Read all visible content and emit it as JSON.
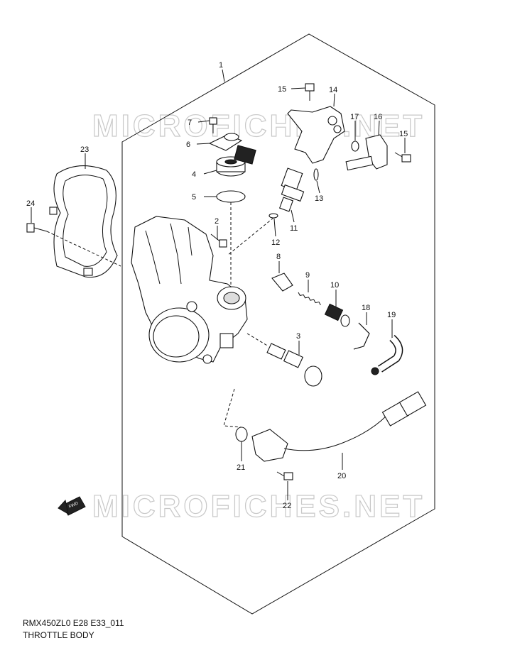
{
  "diagram": {
    "watermark_top": "MICROFICHES.NET",
    "watermark_bottom": "MICROFICHES.NET",
    "fwd_label": "FWD",
    "callouts": {
      "c1": "1",
      "c2": "2",
      "c3": "3",
      "c4": "4",
      "c5": "5",
      "c6": "6",
      "c7": "7",
      "c8": "8",
      "c9": "9",
      "c10": "10",
      "c11": "11",
      "c12": "12",
      "c13": "13",
      "c14": "14",
      "c15a": "15",
      "c15b": "15",
      "c16": "16",
      "c17": "17",
      "c18": "18",
      "c19": "19",
      "c20": "20",
      "c21": "21",
      "c22": "22",
      "c23": "23",
      "c24": "24"
    }
  },
  "footer": {
    "model_code": "RMX450ZL0 E28 E33_011",
    "title": "THROTTLE BODY"
  }
}
